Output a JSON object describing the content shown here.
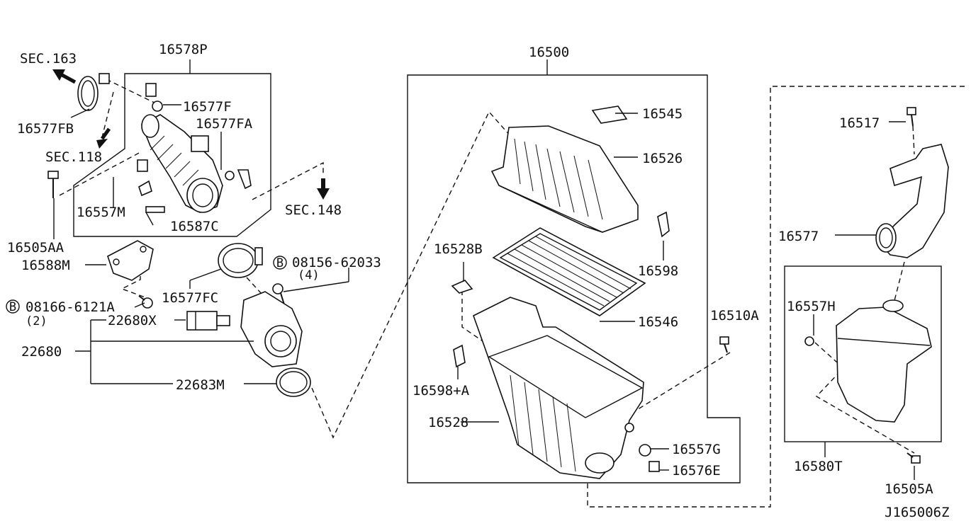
{
  "labels": {
    "p16578P": "16578P",
    "p16500": "16500",
    "sec163": "SEC.163",
    "sec118": "SEC.118",
    "sec148": "SEC.148",
    "p16577F": "16577F",
    "p16577FA": "16577FA",
    "p16577FB": "16577FB",
    "p16557M": "16557M",
    "p16587C": "16587C",
    "p16505AA": "16505AA",
    "p16588M": "16588M",
    "bolt08166": "08166-6121A",
    "qty2": "(2)",
    "p16577FC": "16577FC",
    "bolt08156": "08156-62033",
    "qty4": "(4)",
    "p22680X": "22680X",
    "p22680": "22680",
    "p22683M": "22683M",
    "p16545": "16545",
    "p16526": "16526",
    "p16598": "16598",
    "p16528B": "16528B",
    "p16546": "16546",
    "p16598A": "16598+A",
    "p16528": "16528",
    "p16557G": "16557G",
    "p16576E": "16576E",
    "p16510A": "16510A",
    "p16517": "16517",
    "p16577": "16577",
    "p16557H": "16557H",
    "p16580T": "16580T",
    "p16505A": "16505A",
    "bolt_mark": "B",
    "diagram_id": "J165006Z"
  }
}
